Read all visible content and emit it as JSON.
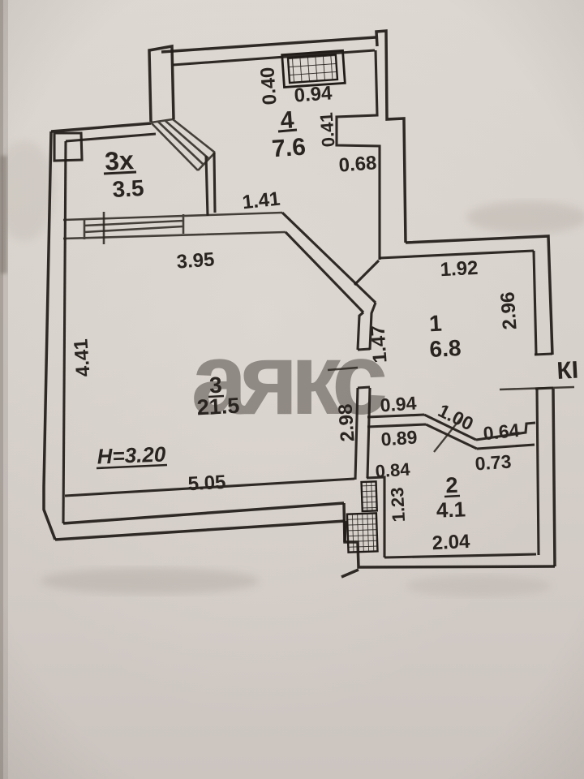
{
  "meta": {
    "watermark": "аякс",
    "edge_label": "КІ"
  },
  "labels": {
    "ceiling_height": "H=3.20"
  },
  "rooms": {
    "balcony": {
      "number": "3х",
      "area": "3.5"
    },
    "kitchen": {
      "number": "4",
      "area": "7.6"
    },
    "hallway": {
      "number": "1",
      "area": "6.8"
    },
    "living": {
      "number": "3",
      "area": "21.5"
    },
    "bathroom": {
      "number": "2",
      "area": "4.1"
    }
  },
  "dimensions": {
    "vent_shaft_depth": "0.40",
    "vent_shaft_width": "0.94",
    "kitchen_niche_depth": "0.41",
    "kitchen_niche_width": "0.68",
    "kitchen_diagonal_wall": "1.41",
    "living_top_width": "3.95",
    "living_left_height": "4.41",
    "living_bottom_width": "5.05",
    "living_right_upper": "1.47",
    "living_right_lower": "2.98",
    "hall_top_width": "1.92",
    "hall_right_height": "2.96",
    "corridor_upper_left": "0.94",
    "corridor_diagonal": "1.00",
    "corridor_upper_right": "0.64",
    "corridor_lower_left": "0.89",
    "corridor_lower_right": "0.73",
    "bath_step_width": "0.84",
    "bath_left_height": "1.23",
    "bath_bottom_width": "2.04"
  }
}
